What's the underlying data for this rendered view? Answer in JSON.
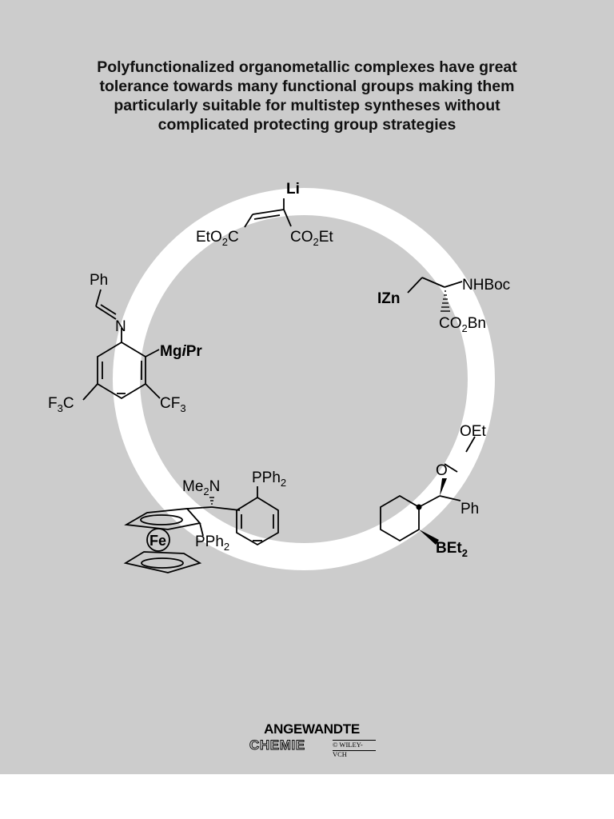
{
  "caption": {
    "line1": "Polyfunctionalized organometallic complexes have great",
    "line2": "tolerance towards many functional groups making them",
    "line3": "particularly suitable for multistep syntheses without",
    "line4": "complicated protecting group strategies"
  },
  "colors": {
    "panel": "#cccccc",
    "ring": "#ffffff",
    "ink": "#000000",
    "footer": "#ffffff"
  },
  "molecules": {
    "lithium_diester": {
      "metal": "Li",
      "left_group": {
        "main": "EtO",
        "sub": "2",
        "tail": "C"
      },
      "right_group": {
        "main": "CO",
        "sub": "2",
        "tail": "Et"
      }
    },
    "zinc_amino_ester": {
      "metal": "IZn",
      "amine": "NHBoc",
      "ester": {
        "main": "CO",
        "sub": "2",
        "tail": "Bn"
      }
    },
    "imine_grignard": {
      "phenyl": "Ph",
      "nitrogen": "N",
      "magnesium": {
        "main": "Mg",
        "italic": "i",
        "tail": "Pr"
      },
      "cf3_left": {
        "main": "F",
        "sub": "3",
        "tail": "C"
      },
      "cf3_right": {
        "main": "CF",
        "sub": "3"
      }
    },
    "ferrocene_phosphine": {
      "amine": {
        "main": "Me",
        "sub": "2",
        "tail": "N"
      },
      "aryl_phosphine": {
        "main": "PPh",
        "sub": "2"
      },
      "ring_phosphine": {
        "main": "PPh",
        "sub": "2"
      },
      "iron": "Fe"
    },
    "cyclohexyl_borane": {
      "ethoxy": "OEt",
      "oxygen": "O",
      "phenyl": "Ph",
      "borane": {
        "main": "BEt",
        "sub": "2"
      }
    }
  },
  "logo": {
    "top": "ANGEWANDTE",
    "bottom": "CHEMIE",
    "publisher": "© WILEY-VCH"
  }
}
